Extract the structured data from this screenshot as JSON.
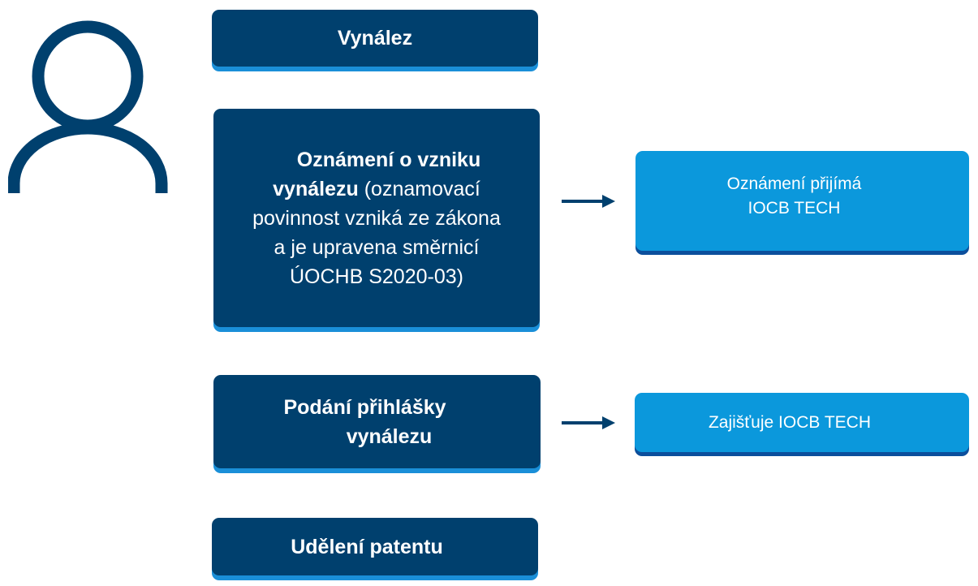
{
  "colors": {
    "dark_box": "#00406e",
    "dark_box_shadow": "#1a8fd8",
    "light_box": "#0b98dc",
    "light_box_shadow": "#0c4f9c",
    "arrow": "#00406e",
    "person_icon": "#00406e"
  },
  "icons": {
    "person": "person-outline-icon",
    "arrow": "arrow-right-icon"
  },
  "steps": [
    {
      "lines": [
        {
          "bold": "Vynález"
        }
      ]
    },
    {
      "lines": [
        {
          "bold": "Oznámení o vzniku"
        },
        {
          "bold": "vynálezu",
          "normal": " (oznamovací"
        },
        {
          "normal": "povinnost vzniká ze zákona"
        },
        {
          "normal": "a je upravena směrnicí"
        },
        {
          "normal": "ÚOCHB S2020-03)"
        }
      ]
    },
    {
      "lines": [
        {
          "bold": "Podání přihlášky"
        },
        {
          "bold": "vynálezu"
        }
      ]
    },
    {
      "lines": [
        {
          "bold": "Udělení patentu"
        }
      ]
    }
  ],
  "outcomes": [
    {
      "lines": [
        "Oznámení přijímá",
        "IOCB TECH"
      ]
    },
    {
      "lines": [
        "Zajišťuje IOCB TECH"
      ]
    }
  ]
}
